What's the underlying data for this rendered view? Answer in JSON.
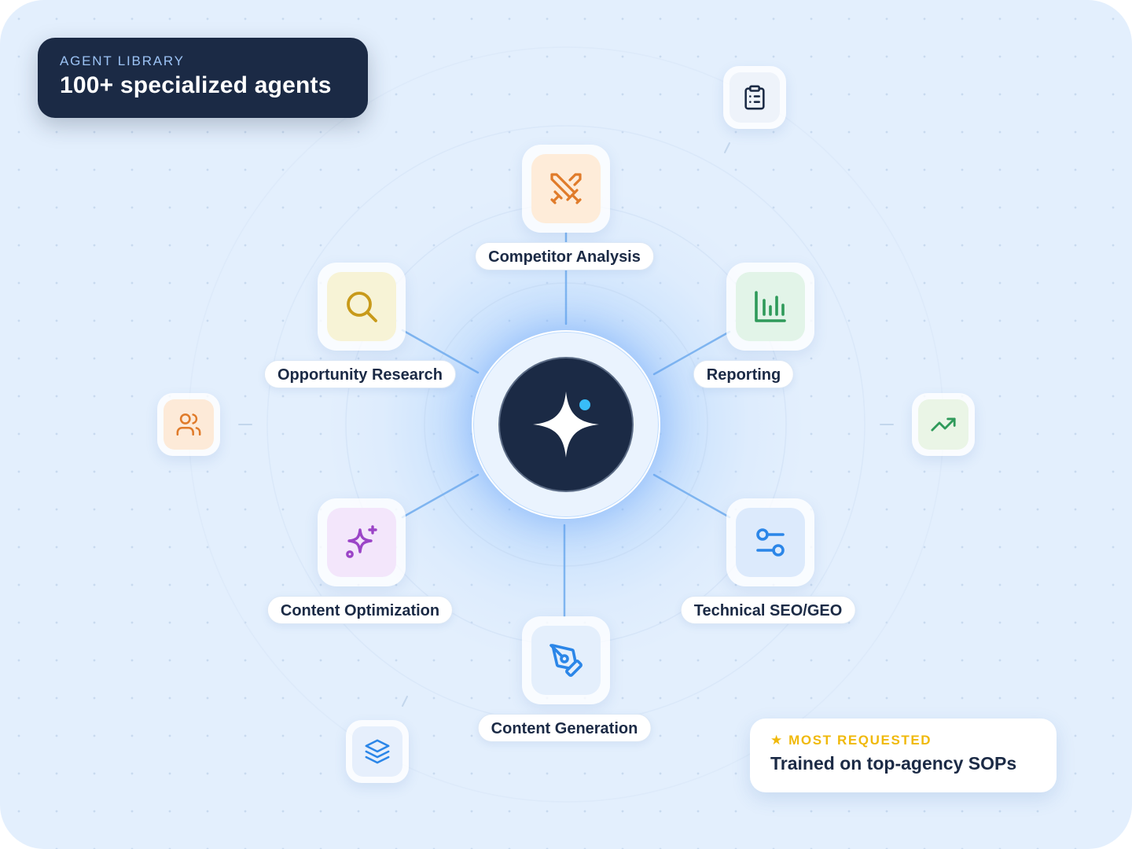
{
  "header": {
    "eyebrow": "AGENT LIBRARY",
    "title": "100+ specialized agents"
  },
  "agents": [
    {
      "label": "Competitor Analysis",
      "icon": "crossed-swords-icon",
      "color": "#e07b2a",
      "tile_bg": "#feecd9"
    },
    {
      "label": "Reporting",
      "icon": "bar-chart-icon",
      "color": "#2f9a5a",
      "tile_bg": "#e2f4e8"
    },
    {
      "label": "Technical SEO/GEO",
      "icon": "sliders-icon",
      "color": "#2b86e8",
      "tile_bg": "#dceafc"
    },
    {
      "label": "Content Generation",
      "icon": "pen-tool-icon",
      "color": "#2b86e8",
      "tile_bg": "#e4effc"
    },
    {
      "label": "Content Optimization",
      "icon": "sparkles-icon",
      "color": "#9b44c7",
      "tile_bg": "#f3e6fb"
    },
    {
      "label": "Opportunity Research",
      "icon": "search-icon",
      "color": "#c89a1a",
      "tile_bg": "#f7f3d6"
    }
  ],
  "satellites": [
    {
      "icon": "clipboard-icon",
      "color": "#1b2a45",
      "tile_bg": "#eef3fa"
    },
    {
      "icon": "trending-up-icon",
      "color": "#2f9a5a",
      "tile_bg": "#eaf5e6"
    },
    {
      "icon": "layers-icon",
      "color": "#2b86e8",
      "tile_bg": "#e6effc"
    },
    {
      "icon": "users-icon",
      "color": "#e07b2a",
      "tile_bg": "#fdead8"
    }
  ],
  "hub": {
    "icon": "four-point-star-icon",
    "dot_color": "#38bdf8"
  },
  "badge": {
    "eyebrow": "★ MOST REQUESTED",
    "title": "Trained on top-agency SOPs"
  }
}
